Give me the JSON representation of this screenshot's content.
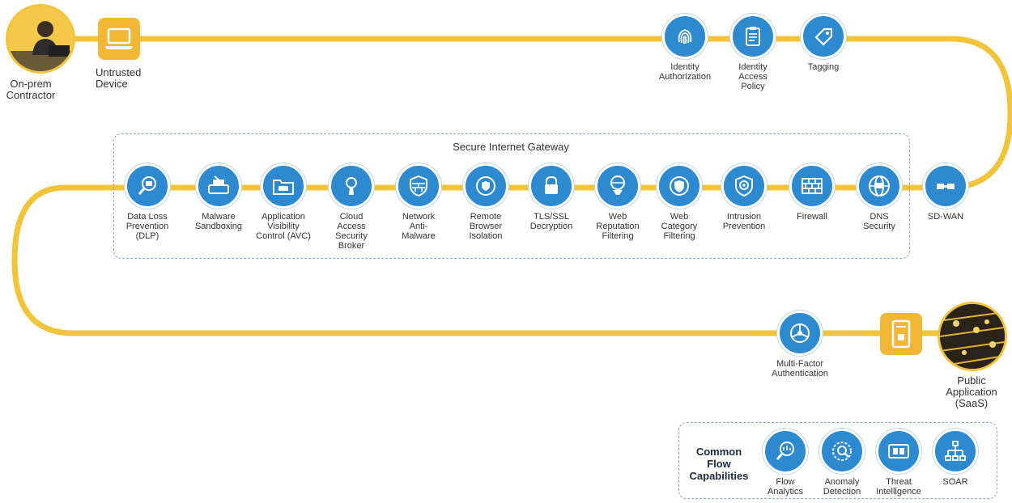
{
  "endpoints": {
    "start_person": "On-prem\nContractor",
    "start_device": "Untrusted\nDevice",
    "end_app": "Public\nApplication\n(SaaS)"
  },
  "top_controls": [
    {
      "label": "Identity\nAuthorization",
      "icon": "fingerprint-icon"
    },
    {
      "label": "Identity\nAccess\nPolicy",
      "icon": "clipboard-icon"
    },
    {
      "label": "Tagging",
      "icon": "tag-icon"
    }
  ],
  "sdwan": {
    "label": "SD-WAN",
    "icon": "sdwan-icon"
  },
  "gateway": {
    "title": "Secure Internet Gateway",
    "items": [
      {
        "label": "Data Loss\nPrevention\n(DLP)",
        "icon": "dlp-magnifier-icon"
      },
      {
        "label": "Malware\nSandboxing",
        "icon": "sandbox-icon"
      },
      {
        "label": "Application\nVisibility\nControl (AVC)",
        "icon": "app-folder-icon"
      },
      {
        "label": "Cloud\nAccess\nSecurity\nBroker",
        "icon": "keyhole-icon"
      },
      {
        "label": "Network\nAnti-\nMalware",
        "icon": "shield-wall-icon"
      },
      {
        "label": "Remote\nBrowser\nIsolation",
        "icon": "browser-shield-icon"
      },
      {
        "label": "TLS/SSL\nDecryption",
        "icon": "lock-icon"
      },
      {
        "label": "Web\nReputation\nFiltering",
        "icon": "globe-funnel-icon"
      },
      {
        "label": "Web\nCategory\nFiltering",
        "icon": "category-shield-icon"
      },
      {
        "label": "Intrusion\nPrevention",
        "icon": "shield-target-icon"
      },
      {
        "label": "Firewall",
        "icon": "firewall-icon"
      },
      {
        "label": "DNS\nSecurity",
        "icon": "dns-globe-icon"
      }
    ]
  },
  "mfa": {
    "label": "Multi-Factor\nAuthentication",
    "icon": "mfa-icon"
  },
  "common": {
    "title": "Common\nFlow\nCapabilities",
    "items": [
      {
        "label": "Flow\nAnalytics",
        "icon": "flow-analytics-icon"
      },
      {
        "label": "Anomaly\nDetection",
        "icon": "anomaly-icon"
      },
      {
        "label": "Threat\nIntelligence",
        "icon": "threat-intel-icon"
      },
      {
        "label": "SOAR",
        "icon": "soar-icon"
      }
    ]
  },
  "colors": {
    "flow_line": "#f2c43a",
    "node_blue": "#2d8ad1",
    "accent_yellow": "#f2b735",
    "box_border": "#8ea5c7"
  }
}
